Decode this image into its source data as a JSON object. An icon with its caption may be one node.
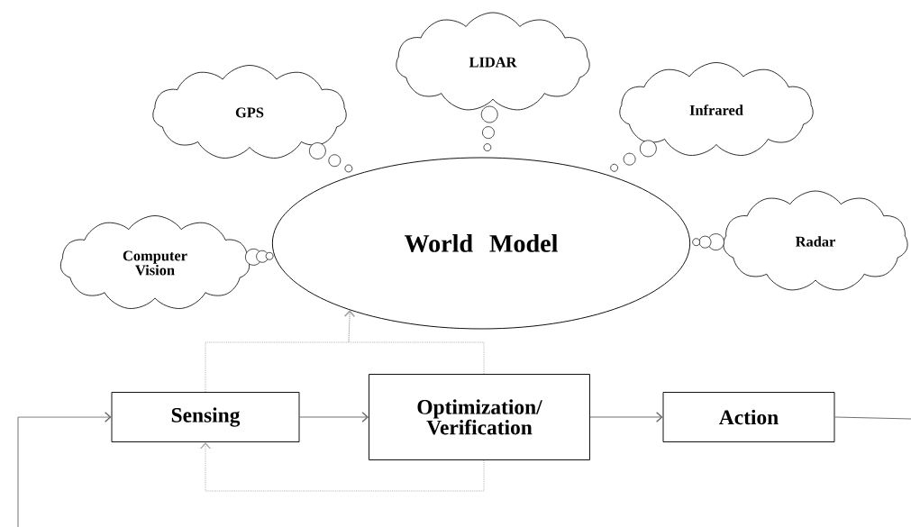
{
  "diagram": {
    "nodes": [
      {
        "text": [
          "World Model"
        ]
      },
      {
        "text": [
          "GPS"
        ]
      },
      {
        "text": [
          "LIDAR"
        ]
      },
      {
        "text": [
          "Infrared"
        ]
      },
      {
        "text": [
          "Computer Vision"
        ]
      },
      {
        "text": [
          "Radar"
        ]
      },
      {
        "text": [
          "Sensing"
        ]
      },
      {
        "text": [
          "Optimization/ Verification"
        ]
      },
      {
        "text": [
          "Action"
        ]
      }
    ],
    "edges": [
      {
        "from": 4,
        "to": 0,
        "arrow": "none"
      },
      {
        "from": 1,
        "to": 0,
        "arrow": "none"
      },
      {
        "from": 2,
        "to": 0,
        "arrow": "none"
      },
      {
        "from": 3,
        "to": 0,
        "arrow": "none"
      },
      {
        "from": 5,
        "to": 0,
        "arrow": "none"
      },
      {
        "from": null,
        "to": 6,
        "arrow": "to"
      },
      {
        "from": 6,
        "to": 7,
        "arrow": "to"
      },
      {
        "from": 7,
        "to": 8,
        "arrow": "to"
      },
      {
        "from": 8,
        "to": null,
        "arrow": "none"
      },
      {
        "from": 6,
        "to": 0,
        "arrow": "to",
        "style": "dashed"
      },
      {
        "from": 7,
        "to": 0,
        "arrow": "to",
        "style": "dashed"
      },
      {
        "from": 7,
        "to": 6,
        "arrow": "to",
        "style": "dashed"
      }
    ]
  }
}
